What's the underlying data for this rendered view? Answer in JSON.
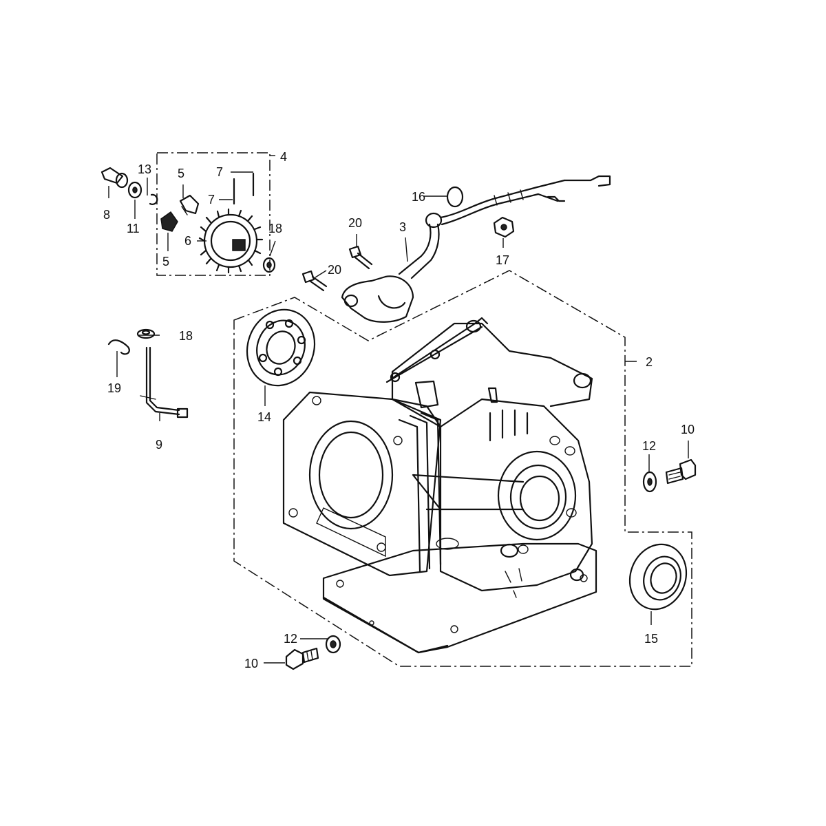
{
  "diagram": {
    "callouts": {
      "c2": "2",
      "c3": "3",
      "c4": "4",
      "c5a": "5",
      "c5b": "5",
      "c6": "6",
      "c7a": "7",
      "c7b": "7",
      "c8": "8",
      "c9": "9",
      "c10a": "10",
      "c10b": "10",
      "c11": "11",
      "c12a": "12",
      "c12b": "12",
      "c13": "13",
      "c14": "14",
      "c15": "15",
      "c16": "16",
      "c17": "17",
      "c18a": "18",
      "c18b": "18",
      "c19": "19",
      "c20a": "20",
      "c20b": "20"
    }
  }
}
